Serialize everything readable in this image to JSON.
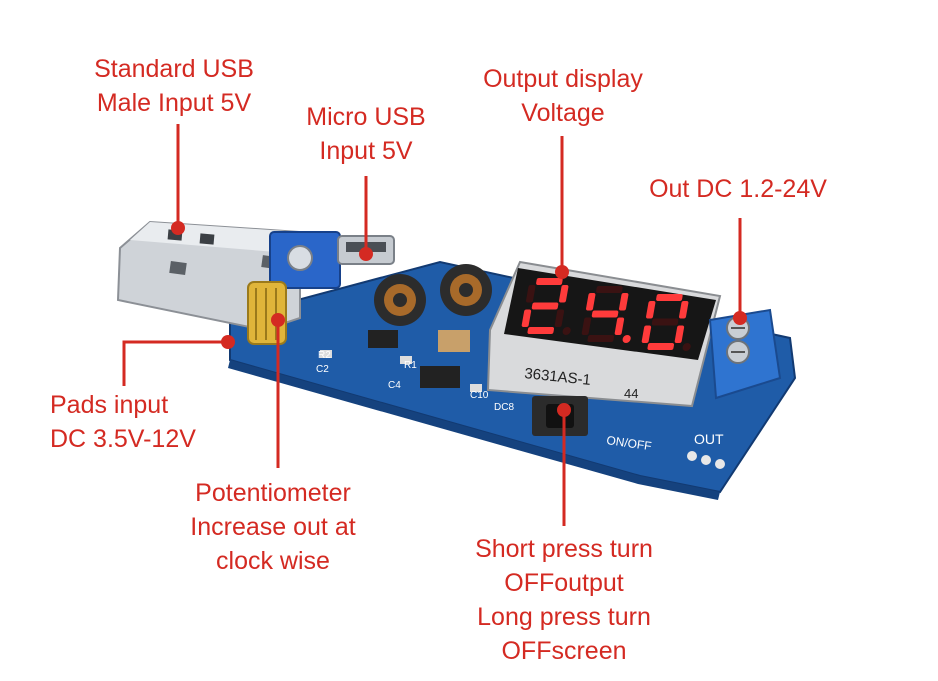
{
  "labels": {
    "usb_male": [
      "Standard USB",
      "Male Input 5V"
    ],
    "micro_usb": [
      "Micro USB",
      "Input 5V"
    ],
    "output_display": [
      "Output display",
      "Voltage"
    ],
    "out_dc": [
      "Out DC 1.2-24V"
    ],
    "pads_input": [
      "Pads input",
      "DC 3.5V-12V"
    ],
    "potentiometer": [
      "Potentiometer",
      "Increase out at",
      "clock wise"
    ],
    "button": [
      "Short press turn",
      "OFFoutput",
      "Long press turn",
      "OFFscreen"
    ]
  },
  "board": {
    "display_value": "24.0",
    "display_model": "3631AS-1",
    "display_code": "44",
    "onoff": "ON/OFF",
    "out_silk": "OUT",
    "comp_r2": "R2",
    "comp_c2": "C2",
    "comp_c4": "C4",
    "comp_r1": "R1",
    "comp_c10": "C10",
    "comp_dc8": "DC8"
  },
  "colors": {
    "annotation": "#d42a22",
    "pcb": "#1f5ca8",
    "terminal": "#2f74d0",
    "led": "#ff3b3b"
  }
}
